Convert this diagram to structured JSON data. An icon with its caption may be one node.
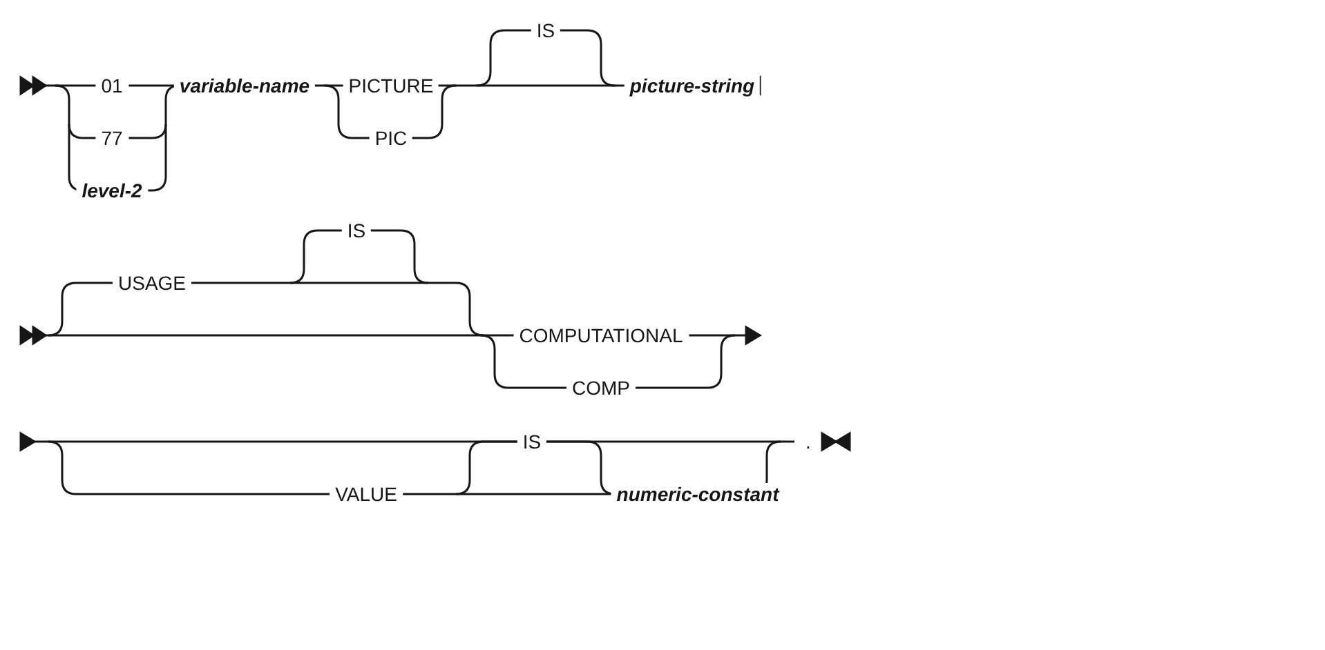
{
  "diagram": {
    "labels": [
      "IS",
      "01",
      "variable-name",
      "PICTURE",
      "picture-string",
      "77",
      "PIC",
      "level-2",
      "IS",
      "USAGE",
      "COMPUTATIONAL",
      "COMP",
      "IS",
      ".",
      "VALUE",
      "numeric-constant"
    ]
  }
}
